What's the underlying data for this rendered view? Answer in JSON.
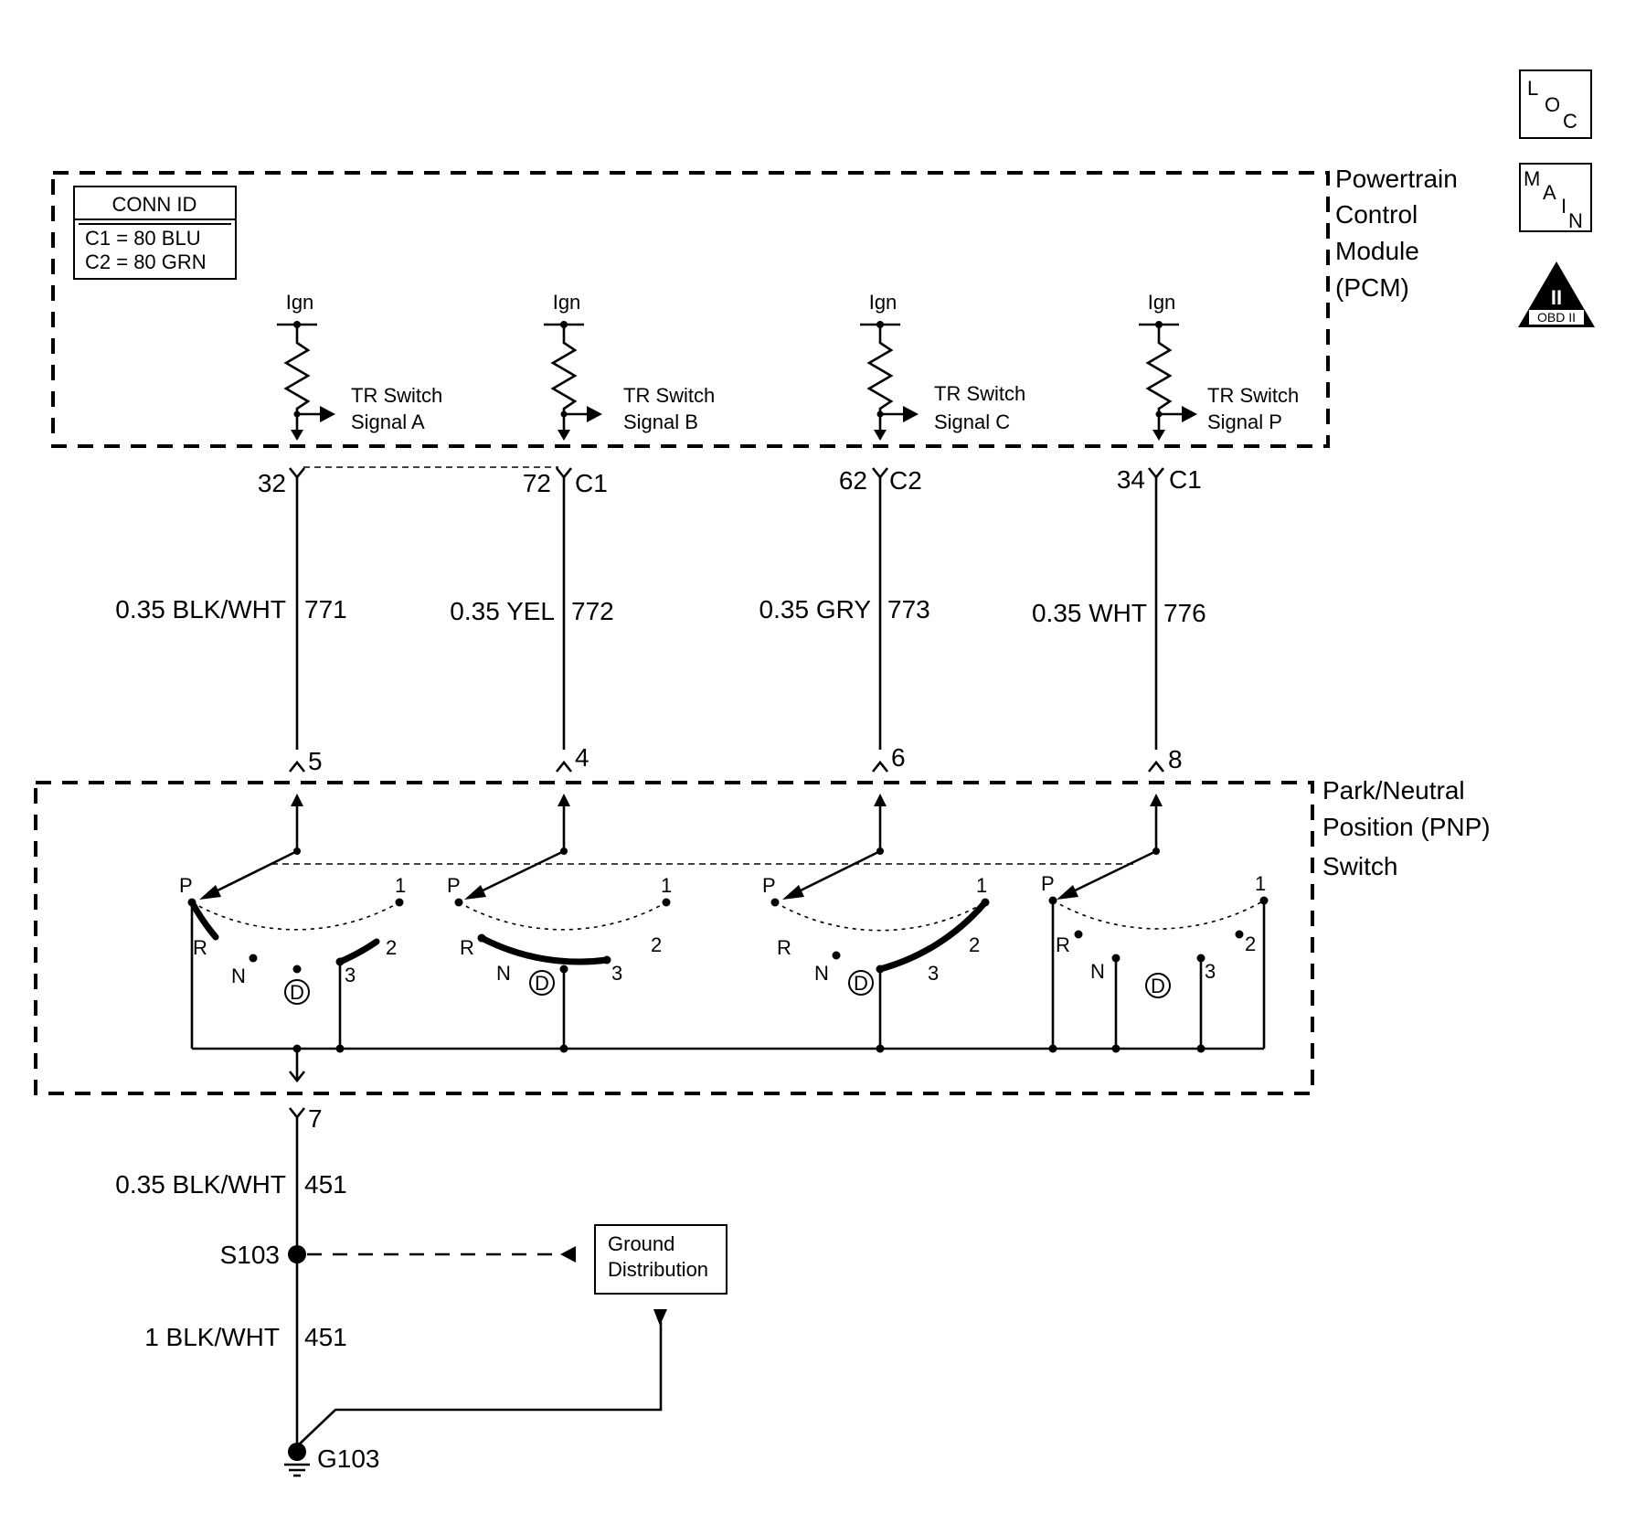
{
  "badges": {
    "loc": [
      "L",
      "O",
      "C"
    ],
    "main": [
      "M",
      "A",
      "I",
      "N"
    ],
    "obd": {
      "numeral": "II",
      "text": "OBD II"
    }
  },
  "pcm": {
    "title_lines": [
      "Powertrain",
      "Control",
      "Module",
      "(PCM)"
    ],
    "conn_id": {
      "header": "CONN ID",
      "lines": [
        "C1 = 80 BLU",
        "C2 = 80 GRN"
      ]
    },
    "circuits": [
      {
        "ign": "Ign",
        "signal_lines": [
          "TR Switch",
          "Signal A"
        ],
        "pin": "32",
        "conn": ""
      },
      {
        "ign": "Ign",
        "signal_lines": [
          "TR Switch",
          "Signal B"
        ],
        "pin": "72",
        "conn": "C1"
      },
      {
        "ign": "Ign",
        "signal_lines": [
          "TR Switch",
          "Signal C"
        ],
        "pin": "62",
        "conn": "C2"
      },
      {
        "ign": "Ign",
        "signal_lines": [
          "TR Switch",
          "Signal P"
        ],
        "pin": "34",
        "conn": "C1"
      }
    ]
  },
  "wires": [
    {
      "label": "0.35 BLK/WHT",
      "circuit": "771"
    },
    {
      "label": "0.35 YEL",
      "circuit": "772"
    },
    {
      "label": "0.35 GRY",
      "circuit": "773"
    },
    {
      "label": "0.35 WHT",
      "circuit": "776"
    }
  ],
  "pnp": {
    "title_lines": [
      "Park/Neutral",
      "Position (PNP)",
      "Switch"
    ],
    "pins": [
      "5",
      "4",
      "6",
      "8"
    ],
    "ground_pin": "7",
    "positions": [
      "P",
      "R",
      "N",
      "D",
      "3",
      "2",
      "1"
    ]
  },
  "ground": {
    "wire1": {
      "label": "0.35 BLK/WHT",
      "circuit": "451"
    },
    "splice": "S103",
    "wire2": {
      "label": "1 BLK/WHT",
      "circuit": "451"
    },
    "ground_point": "G103",
    "distribution_lines": [
      "Ground",
      "Distribution"
    ]
  }
}
